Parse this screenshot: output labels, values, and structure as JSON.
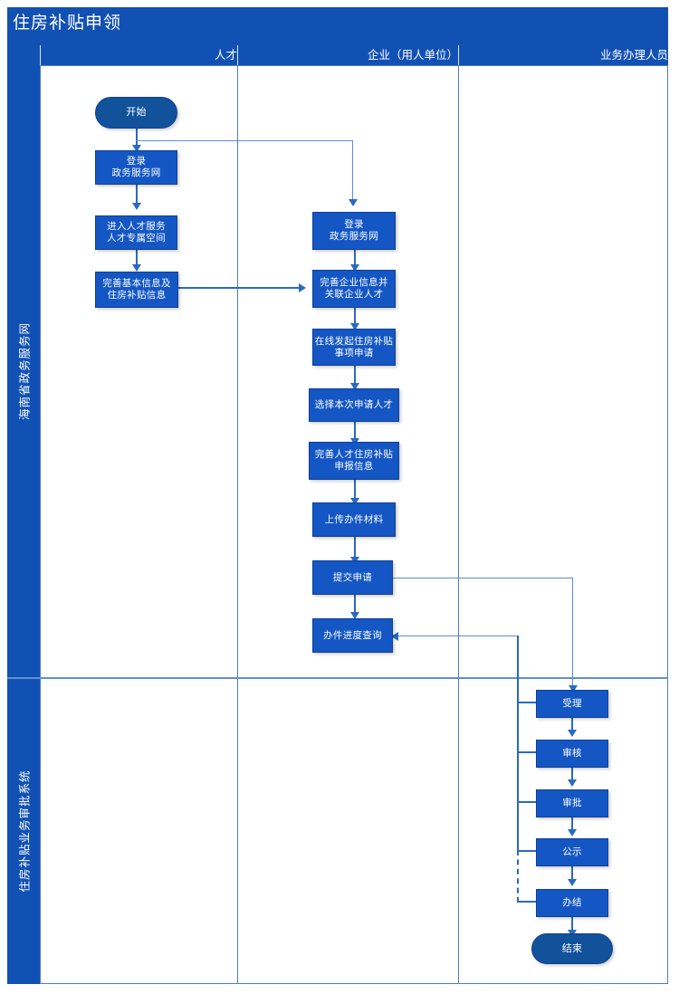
{
  "title": "住房补贴申领",
  "colors": {
    "brand_blue": "#1251b4",
    "node_blue": "#1457c4",
    "terminator_blue": "#11529b",
    "connector_blue": "#2a6ac0",
    "grid_blue": "#4a7fc9",
    "background": "#ffffff"
  },
  "columns": [
    {
      "key": "talent",
      "label": "人才"
    },
    {
      "key": "employer",
      "label": "企业（用人单位）"
    },
    {
      "key": "officer",
      "label": "业务办理人员"
    }
  ],
  "lanes": [
    {
      "key": "gov_service_net",
      "label": "海南省政务服务网"
    },
    {
      "key": "approval_system",
      "label": "住房补贴业务审批系统"
    }
  ],
  "nodes": {
    "start": {
      "label": "开始",
      "shape": "terminator",
      "lane": "gov_service_net",
      "column": "talent"
    },
    "talent_login": {
      "label": "登录\n政务服务网",
      "shape": "process",
      "lane": "gov_service_net",
      "column": "talent"
    },
    "talent_space": {
      "label": "进入人才服务\n人才专属空间",
      "shape": "process",
      "lane": "gov_service_net",
      "column": "talent"
    },
    "talent_info": {
      "label": "完善基本信息及\n住房补贴信息",
      "shape": "process",
      "lane": "gov_service_net",
      "column": "talent"
    },
    "emp_login": {
      "label": "登录\n政务服务网",
      "shape": "process",
      "lane": "gov_service_net",
      "column": "employer"
    },
    "emp_info": {
      "label": "完善企业信息并\n关联企业人才",
      "shape": "process",
      "lane": "gov_service_net",
      "column": "employer"
    },
    "emp_apply_online": {
      "label": "在线发起住房补贴\n事项申请",
      "shape": "process",
      "lane": "gov_service_net",
      "column": "employer"
    },
    "emp_select": {
      "label": "选择本次申请人才",
      "shape": "process",
      "lane": "gov_service_net",
      "column": "employer"
    },
    "emp_declare": {
      "label": "完善人才住房补贴\n申报信息",
      "shape": "process",
      "lane": "gov_service_net",
      "column": "employer"
    },
    "emp_upload": {
      "label": "上传办件材料",
      "shape": "process",
      "lane": "gov_service_net",
      "column": "employer"
    },
    "emp_submit": {
      "label": "提交申请",
      "shape": "process",
      "lane": "gov_service_net",
      "column": "employer"
    },
    "emp_progress": {
      "label": "办件进度查询",
      "shape": "process",
      "lane": "gov_service_net",
      "column": "employer"
    },
    "off_accept": {
      "label": "受理",
      "shape": "process",
      "lane": "approval_system",
      "column": "officer"
    },
    "off_review": {
      "label": "审核",
      "shape": "process",
      "lane": "approval_system",
      "column": "officer"
    },
    "off_approve": {
      "label": "审批",
      "shape": "process",
      "lane": "approval_system",
      "column": "officer"
    },
    "off_publicize": {
      "label": "公示",
      "shape": "process",
      "lane": "approval_system",
      "column": "officer"
    },
    "off_complete": {
      "label": "办结",
      "shape": "process",
      "lane": "approval_system",
      "column": "officer"
    },
    "end": {
      "label": "结束",
      "shape": "terminator",
      "lane": "approval_system",
      "column": "officer"
    }
  },
  "edges": [
    {
      "from": "start",
      "to": "talent_login"
    },
    {
      "from": "start",
      "to": "emp_login"
    },
    {
      "from": "talent_login",
      "to": "talent_space"
    },
    {
      "from": "talent_space",
      "to": "talent_info"
    },
    {
      "from": "talent_info",
      "to": "emp_info"
    },
    {
      "from": "emp_login",
      "to": "emp_info"
    },
    {
      "from": "emp_info",
      "to": "emp_apply_online"
    },
    {
      "from": "emp_apply_online",
      "to": "emp_select"
    },
    {
      "from": "emp_select",
      "to": "emp_declare"
    },
    {
      "from": "emp_declare",
      "to": "emp_upload"
    },
    {
      "from": "emp_upload",
      "to": "emp_submit"
    },
    {
      "from": "emp_submit",
      "to": "emp_progress"
    },
    {
      "from": "emp_submit",
      "to": "off_accept"
    },
    {
      "from": "off_accept",
      "to": "off_review"
    },
    {
      "from": "off_review",
      "to": "off_approve"
    },
    {
      "from": "off_approve",
      "to": "off_publicize"
    },
    {
      "from": "off_publicize",
      "to": "off_complete"
    },
    {
      "from": "off_complete",
      "to": "end"
    },
    {
      "from": "off_accept",
      "to": "emp_progress",
      "style": "status-feedback"
    },
    {
      "from": "off_review",
      "to": "emp_progress",
      "style": "status-feedback"
    },
    {
      "from": "off_approve",
      "to": "emp_progress",
      "style": "status-feedback"
    },
    {
      "from": "off_publicize",
      "to": "emp_progress",
      "style": "status-feedback"
    },
    {
      "from": "off_complete",
      "to": "emp_progress",
      "style": "status-feedback"
    }
  ]
}
